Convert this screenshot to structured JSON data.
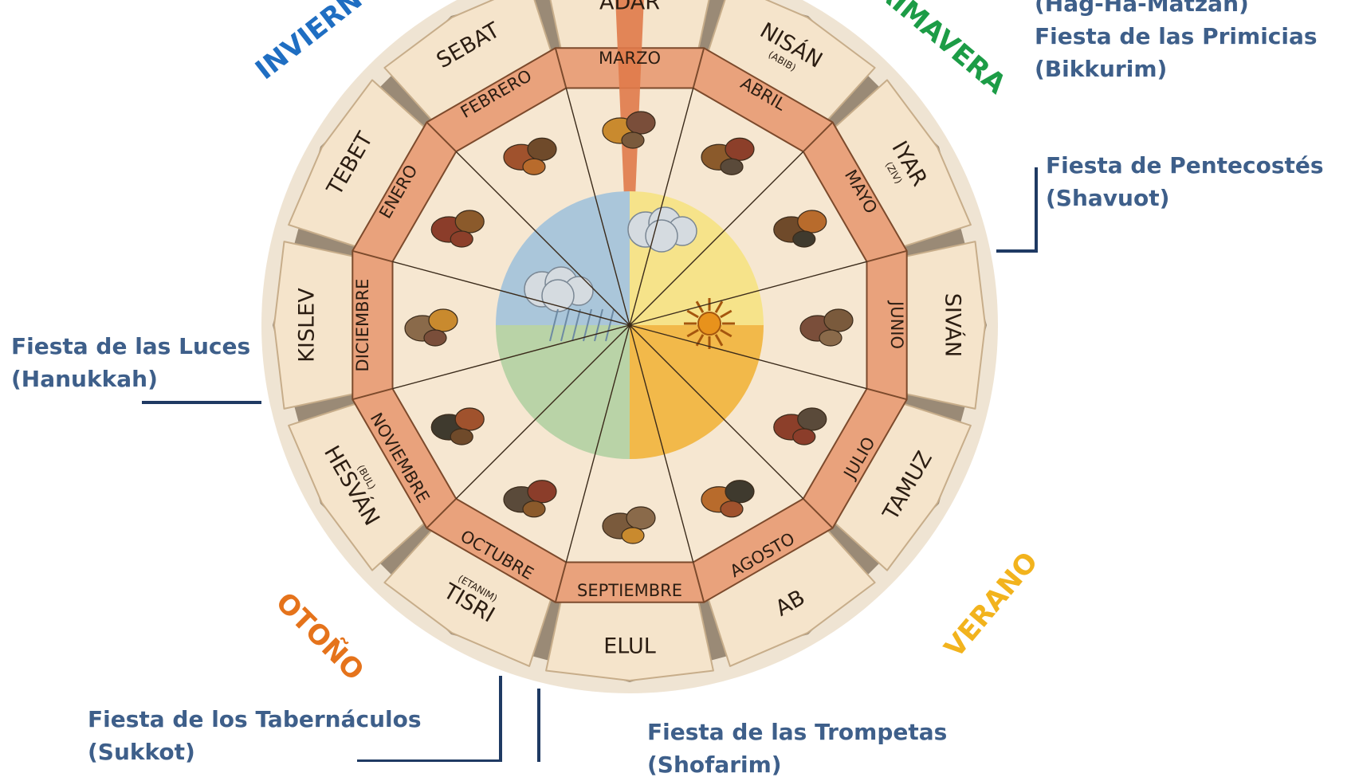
{
  "colors": {
    "wheel_outer": "#eddcc2",
    "hebrew_band": "#f5e4cb",
    "month_band": "#e9a27c",
    "inner_disc": "#f6e7d1",
    "sector_line": "#3a2a1a",
    "winter": "#1f6ec2",
    "spring": "#1c9c46",
    "summer": "#f2b31d",
    "autumn": "#e5731b",
    "feast_text": "#3e5f8a",
    "leader_line": "#1f3a63",
    "winter_disc": "#aac6da",
    "spring_disc": "#f6e38a",
    "summer_disc": "#f2b94a",
    "autumn_disc": "#b9d3a7"
  },
  "seasons": {
    "winter": "INVIERNO",
    "spring": "PRIMAVERA",
    "summer": "VERANO",
    "autumn": "OTOÑO"
  },
  "months": [
    {
      "gregorian": "MARZO",
      "hebrew": "ADAR",
      "alt": ""
    },
    {
      "gregorian": "ABRIL",
      "hebrew": "NISÁN",
      "alt": "(ABIB)"
    },
    {
      "gregorian": "MAYO",
      "hebrew": "IYAR",
      "alt": "(ZIV)"
    },
    {
      "gregorian": "JUNIO",
      "hebrew": "SIVÁN",
      "alt": ""
    },
    {
      "gregorian": "JULIO",
      "hebrew": "TAMUZ",
      "alt": ""
    },
    {
      "gregorian": "AGOSTO",
      "hebrew": "AB",
      "alt": ""
    },
    {
      "gregorian": "SEPTIEMBRE",
      "hebrew": "ELUL",
      "alt": ""
    },
    {
      "gregorian": "OCTUBRE",
      "hebrew": "TISRI",
      "alt": "(ETANIM)"
    },
    {
      "gregorian": "NOVIEMBRE",
      "hebrew": "HESVÁN",
      "alt": "(BUL)"
    },
    {
      "gregorian": "DICIEMBRE",
      "hebrew": "KISLEV",
      "alt": ""
    },
    {
      "gregorian": "ENERO",
      "hebrew": "TEBET",
      "alt": ""
    },
    {
      "gregorian": "FEBRERO",
      "hebrew": "SEBAT",
      "alt": ""
    }
  ],
  "feasts": {
    "passover": {
      "line1": "(Hag-Ha-Matzah)",
      "line2": "Fiesta de las Primicias",
      "line3": "(Bikkurim)"
    },
    "pentecost": {
      "line1": "Fiesta de Pentecostés",
      "line2": "(Shavuot)"
    },
    "lights": {
      "line1": "Fiesta de las Luces",
      "line2": "(Hanukkah)"
    },
    "tabernacles": {
      "line1": "Fiesta de los Tabernáculos",
      "line2": "(Sukkot)"
    },
    "trumpets": {
      "line1": "Fiesta de las Trompetas",
      "line2": "(Shofarim)"
    }
  }
}
